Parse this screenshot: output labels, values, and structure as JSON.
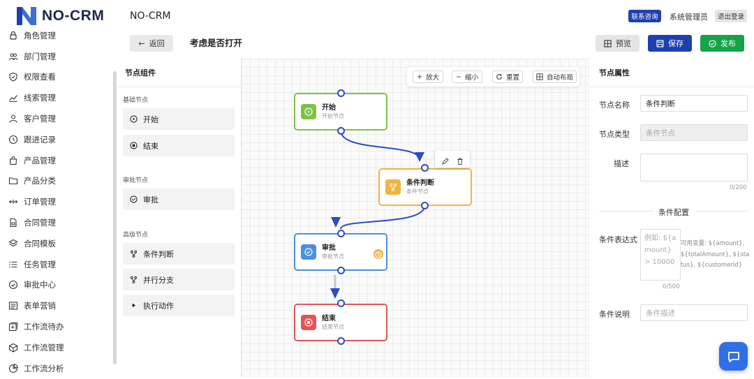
{
  "app": {
    "brand": "NO-CRM",
    "header_title": "NO-CRM"
  },
  "sidebar": {
    "items": [
      {
        "label": "角色管理",
        "icon": "lock-icon"
      },
      {
        "label": "部门管理",
        "icon": "users-icon"
      },
      {
        "label": "权限查看",
        "icon": "shield-icon"
      },
      {
        "label": "线索管理",
        "icon": "trend-icon"
      },
      {
        "label": "客户管理",
        "icon": "user-icon"
      },
      {
        "label": "跟进记录",
        "icon": "clock-icon"
      },
      {
        "label": "产品管理",
        "icon": "bag-icon"
      },
      {
        "label": "产品分类",
        "icon": "folder-icon"
      },
      {
        "label": "订单管理",
        "icon": "arrows-icon"
      },
      {
        "label": "合同管理",
        "icon": "file-icon"
      },
      {
        "label": "合同模板",
        "icon": "layers-icon"
      },
      {
        "label": "任务管理",
        "icon": "list-icon"
      },
      {
        "label": "审批中心",
        "icon": "check-circle-icon"
      },
      {
        "label": "表单营销",
        "icon": "form-icon"
      },
      {
        "label": "工作流待办",
        "icon": "todo-icon"
      },
      {
        "label": "工作流管理",
        "icon": "cube-icon"
      },
      {
        "label": "工作流分析",
        "icon": "pie-icon"
      }
    ]
  },
  "header": {
    "contact": "联系咨询",
    "admin": "系统管理员",
    "logout": "退出登录",
    "back": "返回",
    "page_title": "考虑是否打开",
    "preview": "预览",
    "save": "保存",
    "publish": "发布"
  },
  "palette": {
    "title": "节点组件",
    "groups": [
      {
        "label": "基础节点",
        "items": [
          "开始",
          "结束"
        ]
      },
      {
        "label": "审批节点",
        "items": [
          "审批"
        ]
      },
      {
        "label": "高级节点",
        "items": [
          "条件判断",
          "并行分支",
          "执行动作"
        ]
      }
    ]
  },
  "canvas": {
    "toolbar": {
      "zoom_in": "放大",
      "zoom_out": "缩小",
      "reset": "重置",
      "auto_layout": "自动布局"
    },
    "nodes": [
      {
        "title": "开始",
        "subtitle": "开始节点",
        "color": "#7cc243"
      },
      {
        "title": "条件判断",
        "subtitle": "条件节点",
        "color": "#f2b440"
      },
      {
        "title": "审批",
        "subtitle": "审批节点",
        "color": "#4a90e2"
      },
      {
        "title": "结束",
        "subtitle": "结束节点",
        "color": "#e25555"
      }
    ]
  },
  "properties": {
    "title": "节点属性",
    "name_label": "节点名称",
    "name_value": "条件判断",
    "type_label": "节点类型",
    "type_value": "条件节点",
    "desc_label": "描述",
    "desc_count": "0/200",
    "section": "条件配置",
    "expr_label": "条件表达式",
    "expr_placeholder": "例如: ${amount} > 10000",
    "expr_count": "0/500",
    "expr_hint": "可用变量: ${amount}, ${totalAmount}, ${status}, ${customerId}",
    "note_label": "条件说明",
    "note_placeholder": "条件描述"
  },
  "colors": {
    "primary": "#1e40af",
    "success": "#16a34a",
    "edge": "#2b4cc5"
  }
}
